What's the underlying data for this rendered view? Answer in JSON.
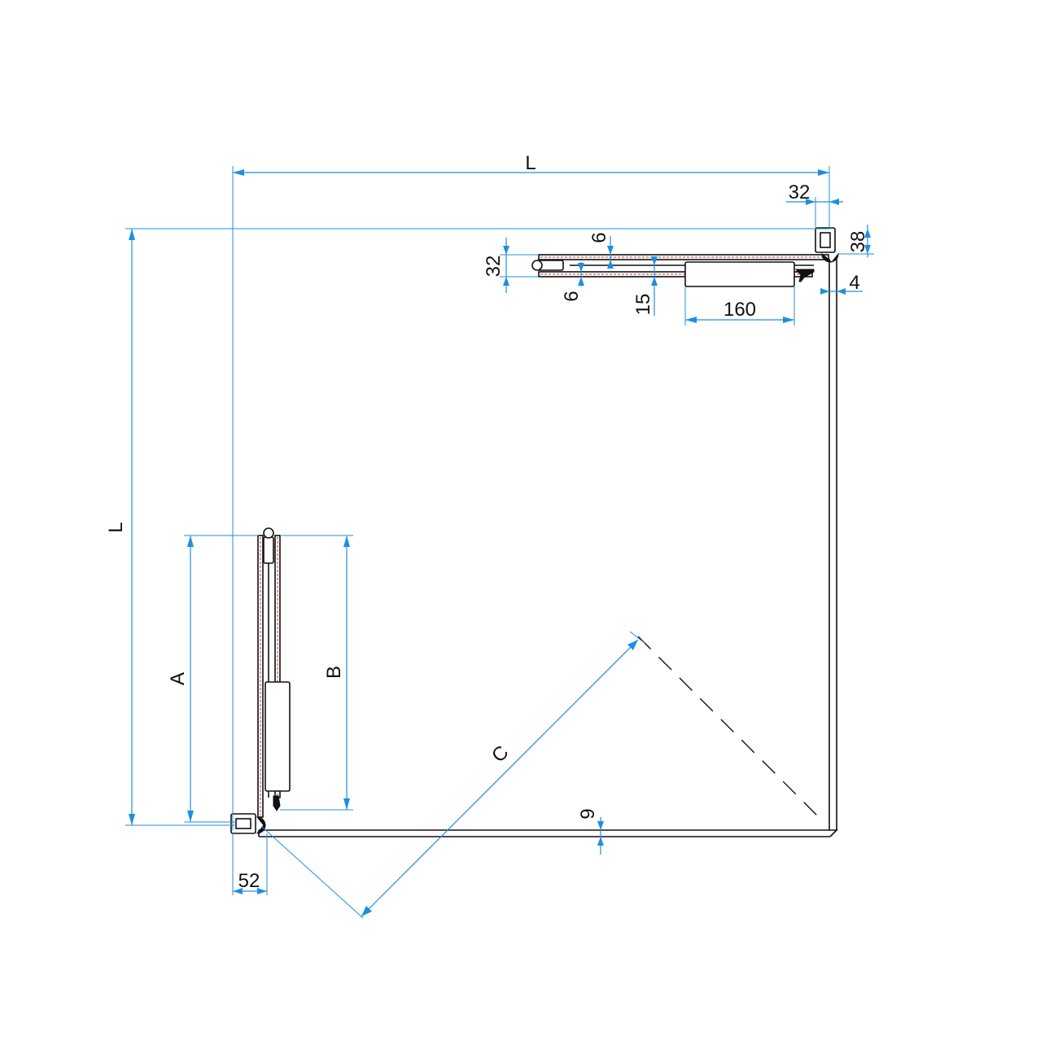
{
  "colors": {
    "dimension": "#1e8fe0",
    "outline": "#111111",
    "glass_hatch": "#c0392b",
    "background": "#ffffff"
  },
  "dimensions": {
    "overall_width": "L",
    "overall_depth": "L",
    "profile_width_top": "32",
    "profile_depth_top": "38",
    "panel_thickness_32": "32",
    "glass_offset_top": "6",
    "glass_offset_bottom": "6",
    "rail_offset": "15",
    "handle_length": "160",
    "gap_right": "4",
    "door_opening_a": "A",
    "door_opening_b": "B",
    "diagonal_c": "C",
    "tray_offset": "9",
    "profile_width_bottom": "52"
  }
}
